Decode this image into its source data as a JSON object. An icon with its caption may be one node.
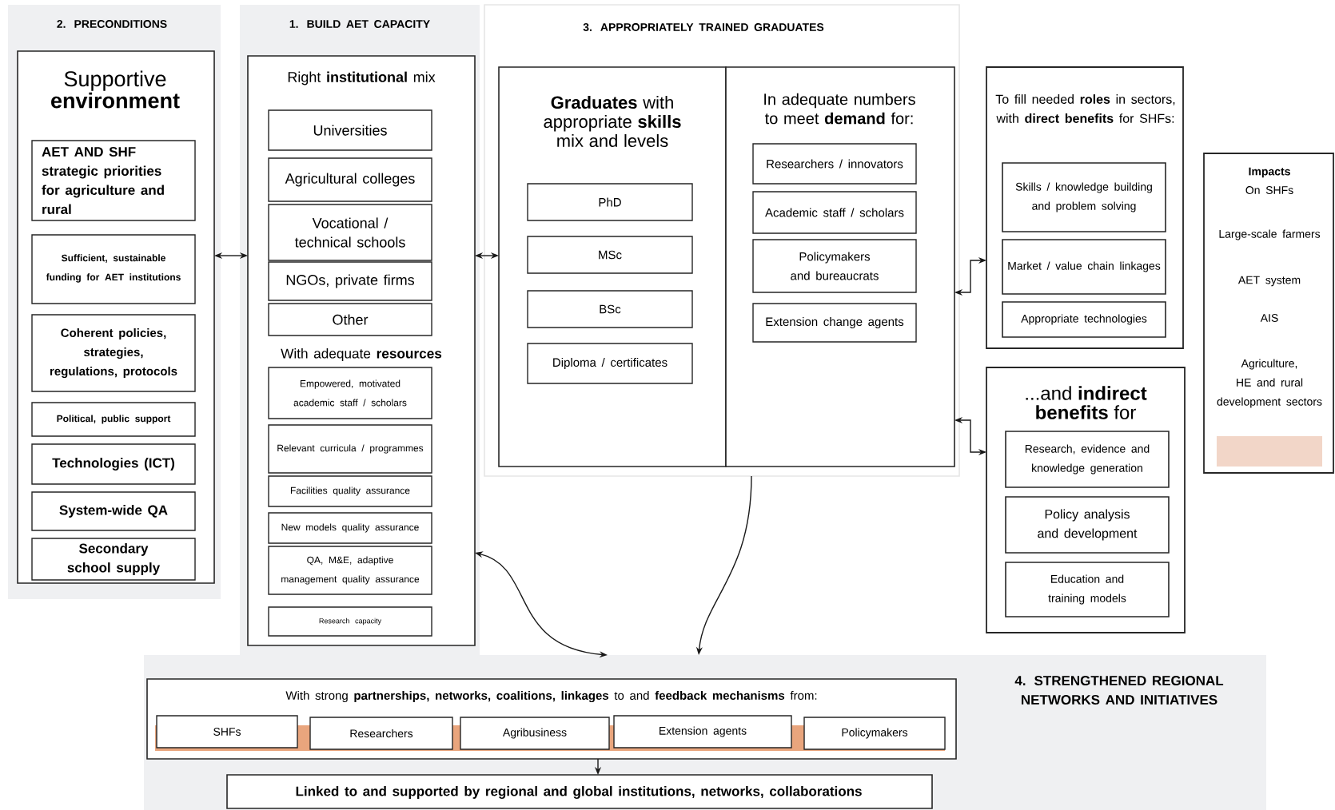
{
  "diagram": {
    "nodes": [
      {
        "text": [
          "2. PRECONDITIONS"
        ]
      },
      {
        "text": [
          "Supportive **environment**"
        ],
        "in": 0
      },
      {
        "text": [
          "AET AND SHF strategic priorities for agriculture and rural"
        ],
        "in": 1
      },
      {
        "text": [
          "Sufficient, sustainable funding for AET institutions"
        ],
        "in": 1
      },
      {
        "text": [
          "Coherent policies, strategies, regulations, protocols"
        ],
        "in": 1
      },
      {
        "text": [
          "Political, public support"
        ],
        "in": 1
      },
      {
        "text": [
          "Technologies (ICT)"
        ],
        "in": 1
      },
      {
        "text": [
          "System-wide QA"
        ],
        "in": 1
      },
      {
        "text": [
          "Secondary school supply"
        ],
        "in": 1
      },
      {
        "text": [
          "1. BUILD AET CAPACITY"
        ]
      },
      {
        "text": [
          "Right **institutional** mix",
          "With adequate **resources**"
        ],
        "in": 9
      },
      {
        "text": [
          "Universities"
        ],
        "in": 10
      },
      {
        "text": [
          "Agricultural colleges"
        ],
        "in": 10
      },
      {
        "text": [
          "Vocational / technical schools"
        ],
        "in": 10
      },
      {
        "text": [
          "NGOs, private firms"
        ],
        "in": 10
      },
      {
        "text": [
          "Other"
        ],
        "in": 10
      },
      {
        "text": [
          "Empowered, motivated academic staff / scholars"
        ],
        "in": 10
      },
      {
        "text": [
          "Relevant curricula / programmes"
        ],
        "in": 10
      },
      {
        "text": [
          "Facilities quality assurance"
        ],
        "in": 10
      },
      {
        "text": [
          "New models quality assurance"
        ],
        "in": 10
      },
      {
        "text": [
          "QA, M&E, adaptive management quality assurance"
        ],
        "in": 10
      },
      {
        "text": [
          "Research capacity"
        ],
        "in": 10
      },
      {
        "text": [
          "3. APPROPRIATELY TRAINED GRADUATES"
        ]
      },
      {
        "text": [
          "**Graduates** with appropriate **skills** mix and levels"
        ],
        "in": 22
      },
      {
        "text": [
          "PhD"
        ],
        "in": 23
      },
      {
        "text": [
          "MSc"
        ],
        "in": 23
      },
      {
        "text": [
          "BSc"
        ],
        "in": 23
      },
      {
        "text": [
          "Diploma / certificates"
        ],
        "in": 23
      },
      {
        "text": [
          "In adequate numbers to meet **demand** for:"
        ],
        "in": 22
      },
      {
        "text": [
          "Researchers / innovators"
        ],
        "in": 28
      },
      {
        "text": [
          "Academic staff / scholars"
        ],
        "in": 28
      },
      {
        "text": [
          "Policymakers and bureaucrats"
        ],
        "in": 28
      },
      {
        "text": [
          "Extension change agents"
        ],
        "in": 28
      },
      {
        "text": [
          "To fill needed **roles** in sectors, with **direct benefits** for SHFs:"
        ]
      },
      {
        "text": [
          "Skills / knowledge building and problem solving"
        ],
        "in": 33
      },
      {
        "text": [
          "Market / value chain linkages"
        ],
        "in": 33
      },
      {
        "text": [
          "Appropriate technologies"
        ],
        "in": 33
      },
      {
        "text": [
          "...and **indirect benefits** for"
        ]
      },
      {
        "text": [
          "Research, evidence and knowledge generation"
        ],
        "in": 37
      },
      {
        "text": [
          "Policy analysis and development"
        ],
        "in": 37
      },
      {
        "text": [
          "Education and training models"
        ],
        "in": 37
      },
      {
        "text": [
          "Impacts",
          "On SHFs",
          "Large-scale farmers",
          "AET system",
          "AIS",
          "Agriculture, HE and rural development sectors"
        ]
      },
      {
        "text": [
          "4. STRENGTHENED REGIONAL NETWORKS AND INITIATIVES"
        ]
      },
      {
        "text": [
          "With strong **partnerships, networks, coalitions, linkages** to and **feedback mechanisms** from:"
        ],
        "in": 42
      },
      {
        "text": [
          "SHFs"
        ],
        "in": 43
      },
      {
        "text": [
          "Researchers"
        ],
        "in": 43
      },
      {
        "text": [
          "Agribusiness"
        ],
        "in": 43
      },
      {
        "text": [
          "Extension agents"
        ],
        "in": 43
      },
      {
        "text": [
          "Policymakers"
        ],
        "in": 43
      },
      {
        "text": [
          "Linked to and supported by regional and global institutions, networks, collaborations"
        ],
        "in": 42
      }
    ],
    "edges": [
      {
        "from": 1,
        "to": 10,
        "arrow": "both"
      },
      {
        "from": 10,
        "to": 23,
        "arrow": "both"
      },
      {
        "from": 28,
        "to": 33,
        "arrow": "both"
      },
      {
        "from": 28,
        "to": 37,
        "arrow": "both"
      },
      {
        "from": 10,
        "to": 42,
        "arrow": "both"
      },
      {
        "from": 22,
        "to": 42,
        "arrow": "to"
      },
      {
        "from": 43,
        "to": 49,
        "arrow": "to"
      }
    ]
  }
}
